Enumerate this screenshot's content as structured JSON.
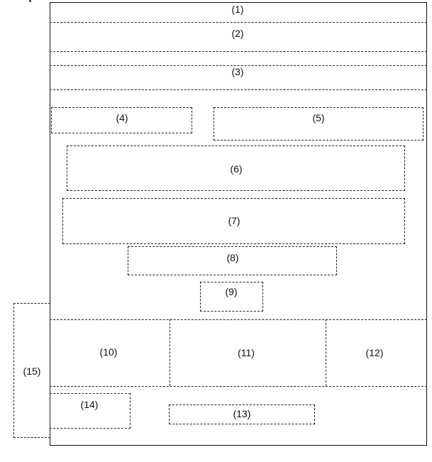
{
  "regions": [
    {
      "id": "1",
      "label": "(1)"
    },
    {
      "id": "2",
      "label": "(2)"
    },
    {
      "id": "3",
      "label": "(3)"
    },
    {
      "id": "4",
      "label": "(4)"
    },
    {
      "id": "5",
      "label": "(5)"
    },
    {
      "id": "6",
      "label": "(6)"
    },
    {
      "id": "7",
      "label": "(7)"
    },
    {
      "id": "8",
      "label": "(8)"
    },
    {
      "id": "9",
      "label": "(9)"
    },
    {
      "id": "10",
      "label": "(10)"
    },
    {
      "id": "11",
      "label": "(11)"
    },
    {
      "id": "12",
      "label": "(12)"
    },
    {
      "id": "13",
      "label": "(13)"
    },
    {
      "id": "14",
      "label": "(14)"
    },
    {
      "id": "15",
      "label": "(15)"
    }
  ],
  "colors": {
    "line": "#222222",
    "background": "#ffffff"
  }
}
